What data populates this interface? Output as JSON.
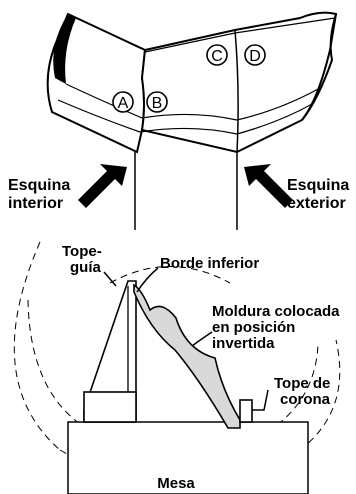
{
  "top_figure": {
    "markers": [
      "A",
      "B",
      "C",
      "D"
    ],
    "corner_labels": {
      "inside": [
        "Esquina",
        "interior"
      ],
      "outside": [
        "Esquina",
        "exterior"
      ]
    }
  },
  "bottom_figure": {
    "labels": {
      "fence_guide": [
        "Tope-",
        "guía"
      ],
      "bottom_edge": "Borde inferior",
      "molding": [
        "Moldura colocada",
        "en posición",
        "invertida"
      ],
      "crown_stop": [
        "Tope de",
        "corona"
      ],
      "table": "Mesa"
    }
  }
}
